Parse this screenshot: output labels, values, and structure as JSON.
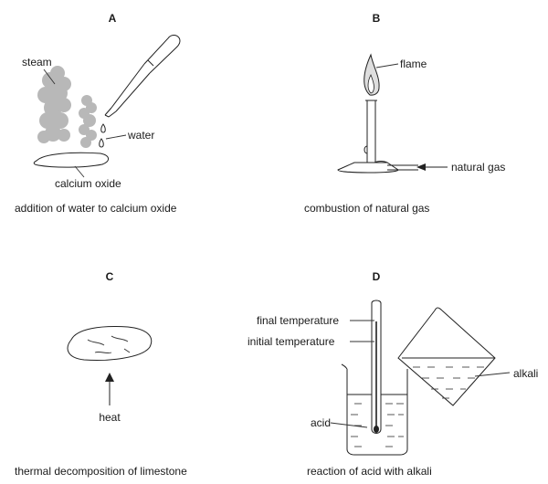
{
  "panels": {
    "A": {
      "letter": "A",
      "caption": "addition of water to calcium oxide",
      "labels": {
        "steam": "steam",
        "water": "water",
        "calcium_oxide": "calcium oxide"
      }
    },
    "B": {
      "letter": "B",
      "caption": "combustion of natural gas",
      "labels": {
        "flame": "flame",
        "natural_gas": "natural gas"
      }
    },
    "C": {
      "letter": "C",
      "caption": "thermal decomposition of limestone",
      "labels": {
        "heat": "heat"
      }
    },
    "D": {
      "letter": "D",
      "caption": "reaction of acid with alkali",
      "labels": {
        "final_temperature": "final temperature",
        "initial_temperature": "initial temperature",
        "alkali": "alkali",
        "acid": "acid"
      }
    }
  },
  "colors": {
    "steam": "#b8b8b8",
    "ink": "#1a1a1a"
  }
}
